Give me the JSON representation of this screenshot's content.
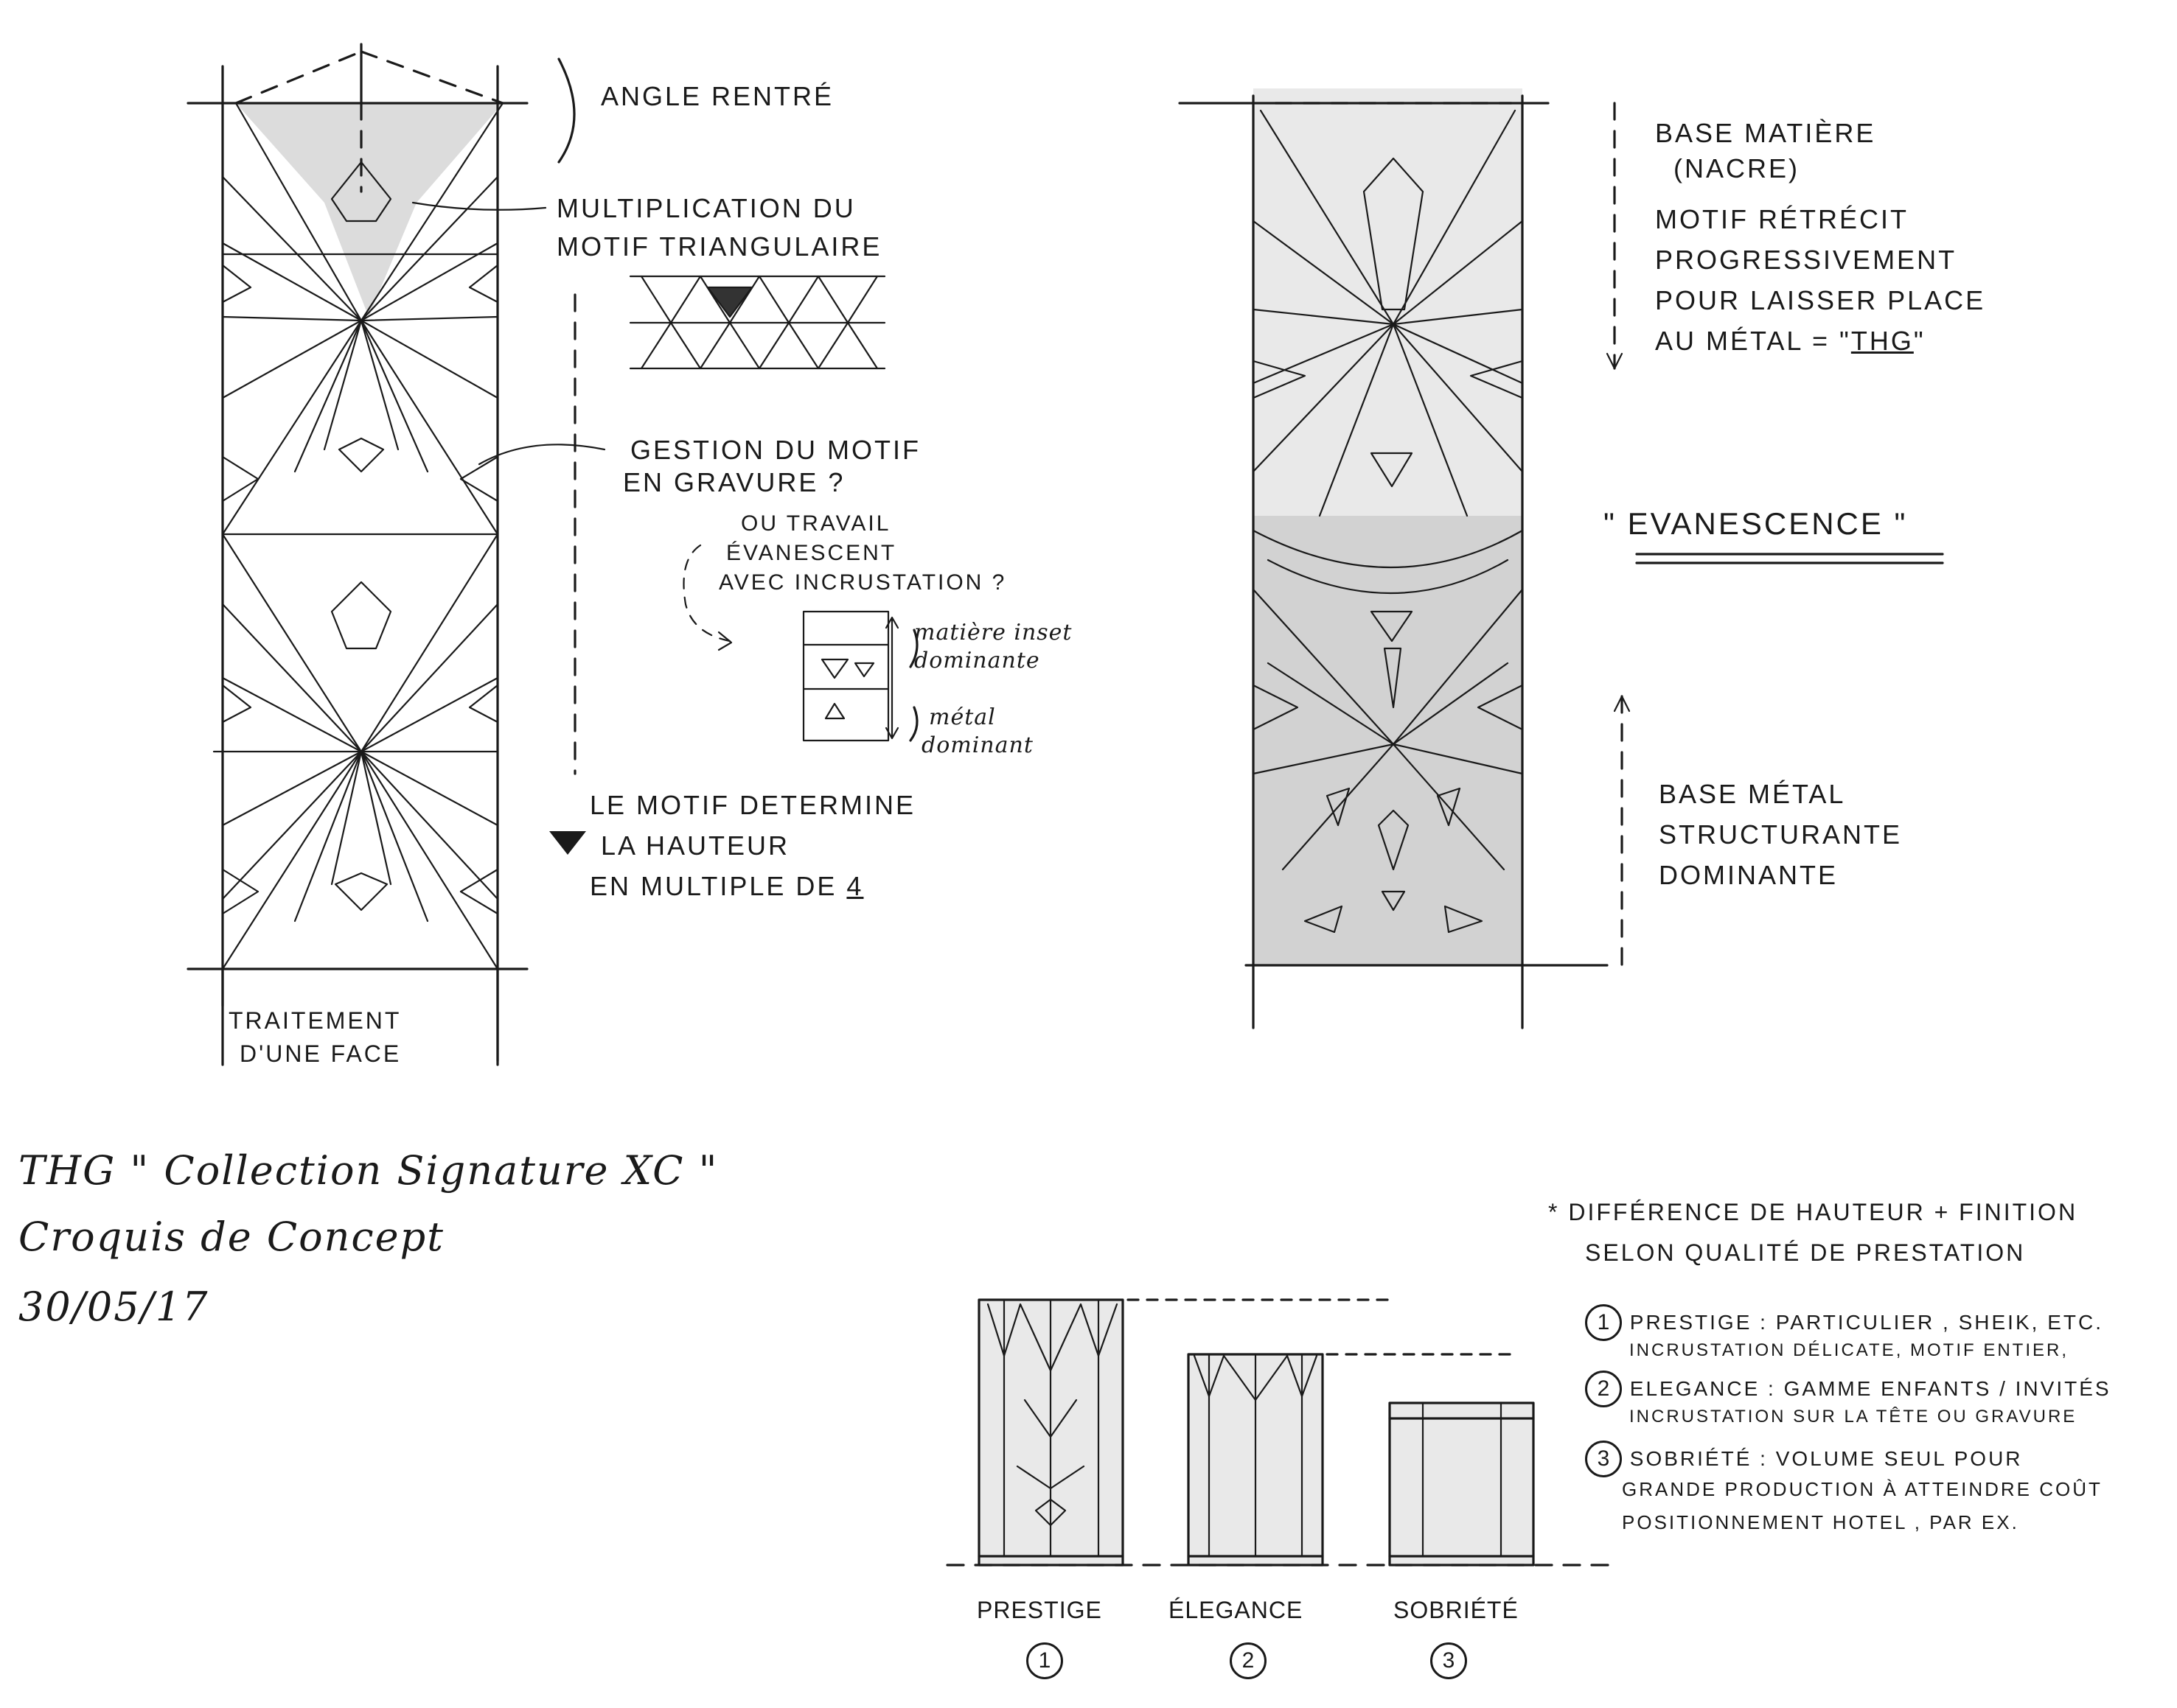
{
  "left_panel": {
    "angle_label": "ANGLE RENTRÉ",
    "multiplication_label_1": "MULTIPLICATION DU",
    "multiplication_label_2": "MOTIF TRIANGULAIRE",
    "gestion_label_1": "GESTION DU MOTIF",
    "gestion_label_2": "EN GRAVURE ?",
    "travail_label_1": "OU TRAVAIL",
    "travail_label_2": "ÉVANESCENT",
    "travail_label_3": "AVEC INCRUSTATION ?",
    "matiere_label_1": "matière inset",
    "matiere_label_2": "dominante",
    "metal_label_1": "métal",
    "metal_label_2": "dominant",
    "motif_label_1": "LE MOTIF DETERMINE",
    "motif_label_2": "LA HAUTEUR",
    "motif_label_3": "EN MULTIPLE DE",
    "motif_multiple": "4",
    "face_label_1": "TRAITEMENT",
    "face_label_2": "D'UNE FACE"
  },
  "right_panel": {
    "base_matiere_1": "BASE MATIÈRE",
    "base_matiere_2": "(NACRE)",
    "retrecit_1": "MOTIF RÉTRÉCIT",
    "retrecit_2": "PROGRESSIVEMENT",
    "retrecit_3": "POUR LAISSER PLACE",
    "retrecit_4": "AU MÉTAL = \"",
    "retrecit_thg": "THG",
    "retrecit_close": "\"",
    "evanescence": "\" EVANESCENCE \"",
    "base_metal_1": "BASE MÉTAL",
    "base_metal_2": "STRUCTURANTE",
    "base_metal_3": "DOMINANTE"
  },
  "title_block": {
    "line1": "THG \" Collection Signature XC \"",
    "line2": "Croquis de Concept",
    "line3": "30/05/17"
  },
  "variants": {
    "header_1": "* DIFFÉRENCE DE HAUTEUR + FINITION",
    "header_2": "SELON QUALITÉ DE PRESTATION",
    "items": [
      {
        "num": "1",
        "line1": "PRESTIGE : PARTICULIER , SHEIK, ETC.",
        "line2": "INCRUSTATION DÉLICATE, MOTIF ENTIER,"
      },
      {
        "num": "2",
        "line1": "ELEGANCE : GAMME ENFANTS / INVITÉS",
        "line2": "INCRUSTATION SUR LA TÊTE OU GRAVURE"
      },
      {
        "num": "3",
        "line1": "SOBRIÉTÉ : VOLUME SEUL POUR",
        "line2": "GRANDE PRODUCTION À ATTEINDRE COÛT",
        "line3": "POSITIONNEMENT HOTEL , PAR EX."
      }
    ],
    "labels": [
      {
        "name": "PRESTIGE",
        "num": "1"
      },
      {
        "name": "ÉLEGANCE",
        "num": "2"
      },
      {
        "name": "SOBRIÉTÉ",
        "num": "3"
      }
    ]
  }
}
